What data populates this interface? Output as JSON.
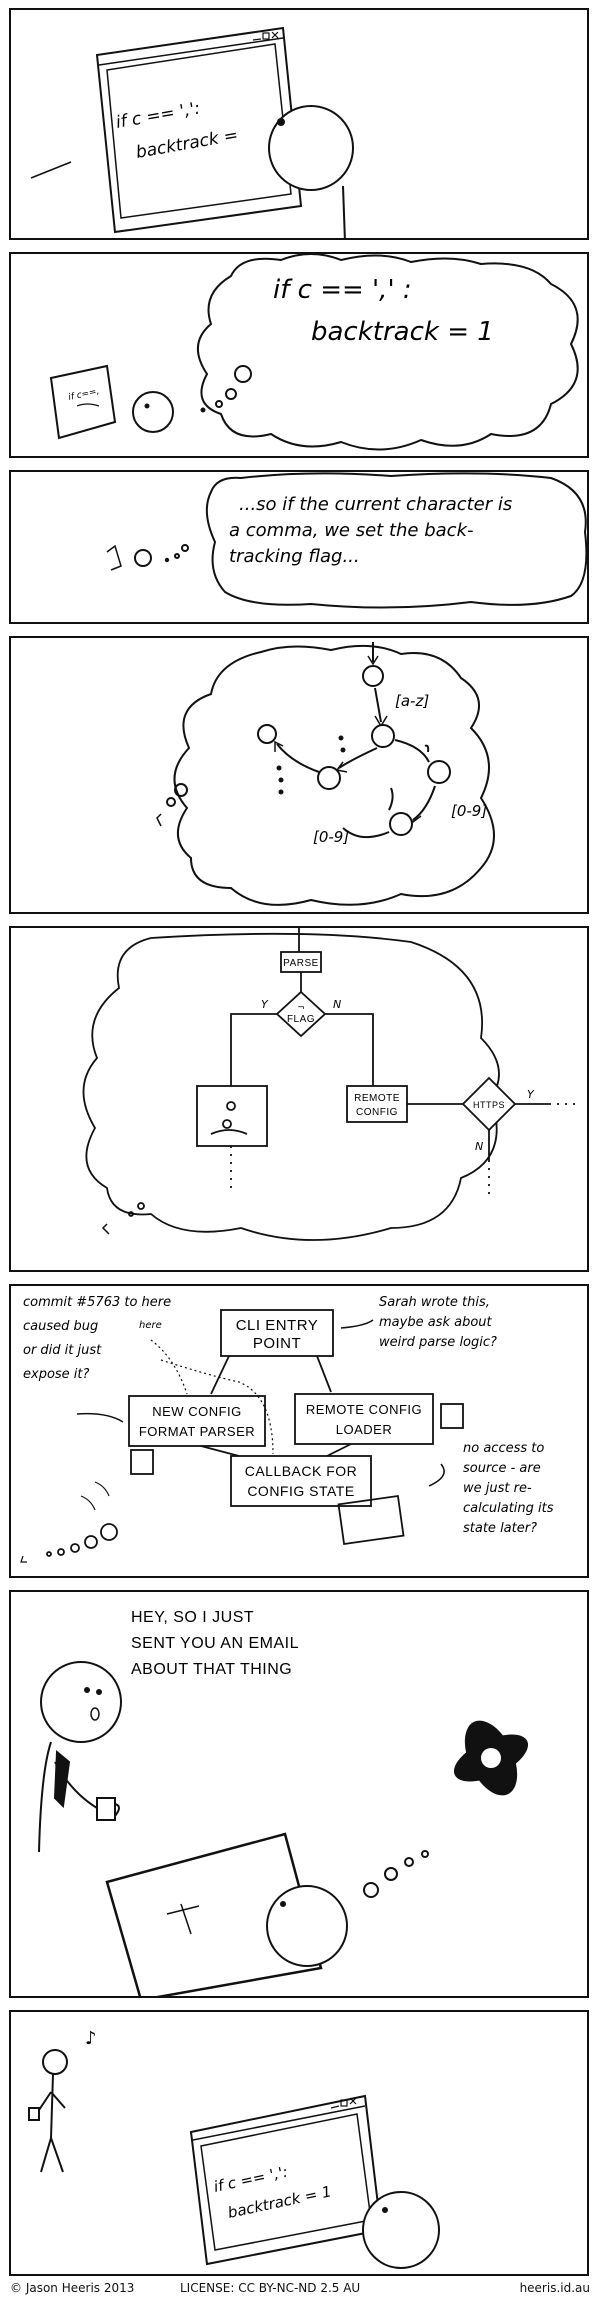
{
  "panel1": {
    "screen_line1": "if c == ',':",
    "screen_line2": "backtrack ="
  },
  "panel2": {
    "thought_line1": "if c == ',' :",
    "thought_line2": "backtrack = 1",
    "screen_scribble": "if c==,"
  },
  "panel3": {
    "narration": [
      "...so if the current character is",
      "a comma, we set the back-",
      "tracking flag..."
    ]
  },
  "panel4": {
    "labels": [
      "[a-z]",
      "[0-9]",
      "[0-9]"
    ]
  },
  "panel5": {
    "parse": "PARSE",
    "flag": "FLAG",
    "flag_prefix": "¬",
    "yes": "Y",
    "no": "N",
    "remote_config": [
      "REMOTE",
      "CONFIG"
    ],
    "https": "HTTPS",
    "https_yes": "Y",
    "https_no": "N"
  },
  "panel6": {
    "commit_note": [
      "commit #5763 to here",
      "caused bug",
      "or did it just",
      "expose it?"
    ],
    "here_small": "here",
    "cli_entry": [
      "CLI ENTRY",
      "POINT"
    ],
    "sarah_note": [
      "Sarah wrote this,",
      "maybe ask about",
      "weird parse logic?"
    ],
    "new_config": [
      "NEW CONFIG",
      "FORMAT PARSER"
    ],
    "remote_loader": [
      "REMOTE CONFIG",
      "LOADER"
    ],
    "callback": [
      "CALLBACK FOR",
      "CONFIG STATE"
    ],
    "source_note": [
      "no access to",
      "source - are",
      "we just re-",
      "calculating its",
      "state later?"
    ]
  },
  "panel7": {
    "speech": [
      "HEY, SO I JUST",
      "SENT YOU AN EMAIL",
      "ABOUT THAT THING"
    ]
  },
  "panel8": {
    "screen_line1": "if c == ',':",
    "screen_line2": "backtrack = 1",
    "music_note": "♪"
  },
  "footer": {
    "copyright": "© Jason Heeris 2013",
    "license": "LICENSE: CC BY-NC-ND 2.5 AU",
    "site": "heeris.id.au"
  }
}
